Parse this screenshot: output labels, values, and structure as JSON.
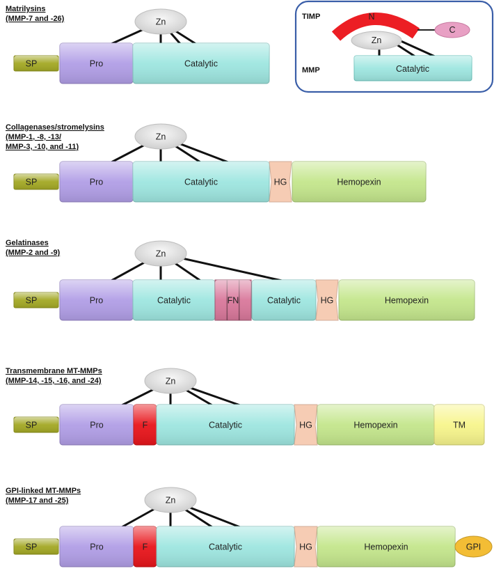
{
  "colors": {
    "sp": "#a3a824",
    "pro": "#b19ee6",
    "catalytic": "#9ee6e0",
    "hg": "#f6ccb4",
    "hemopexin": "#c4e68c",
    "fn": "#d9789b",
    "f": "#e8151b",
    "tm": "#f7f58c",
    "gpi": "#f3bd35",
    "zn": "#dedede",
    "timp_n": "#ec1e24",
    "timp_c": "#e8a0c4",
    "inset_border": "#3a5ea8"
  },
  "labels": {
    "sp": "SP",
    "pro": "Pro",
    "catalytic": "Catalytic",
    "hg": "HG",
    "hemopexin": "Hemopexin",
    "fn": "FN",
    "f": "F",
    "tm": "TM",
    "gpi": "GPI",
    "zn": "Zn"
  },
  "inset": {
    "timp": "TIMP",
    "mmp": "MMP",
    "n": "N",
    "c": "C",
    "zn": "Zn",
    "catalytic": "Catalytic"
  },
  "groups": [
    {
      "title": [
        "Matrilysins",
        "(MMP-7 and -26)"
      ]
    },
    {
      "title": [
        "Collagenases/stromelysins",
        "(MMP-1, -8, -13/",
        "MMP-3, -10, and -11)"
      ]
    },
    {
      "title": [
        "Gelatinases",
        "(MMP-2 and -9)"
      ]
    },
    {
      "title": [
        "Transmembrane MT-MMPs",
        "(MMP-14, -15, -16, and -24)"
      ]
    },
    {
      "title": [
        "GPI-linked MT-MMPs",
        "(MMP-17 and -25)"
      ]
    }
  ]
}
